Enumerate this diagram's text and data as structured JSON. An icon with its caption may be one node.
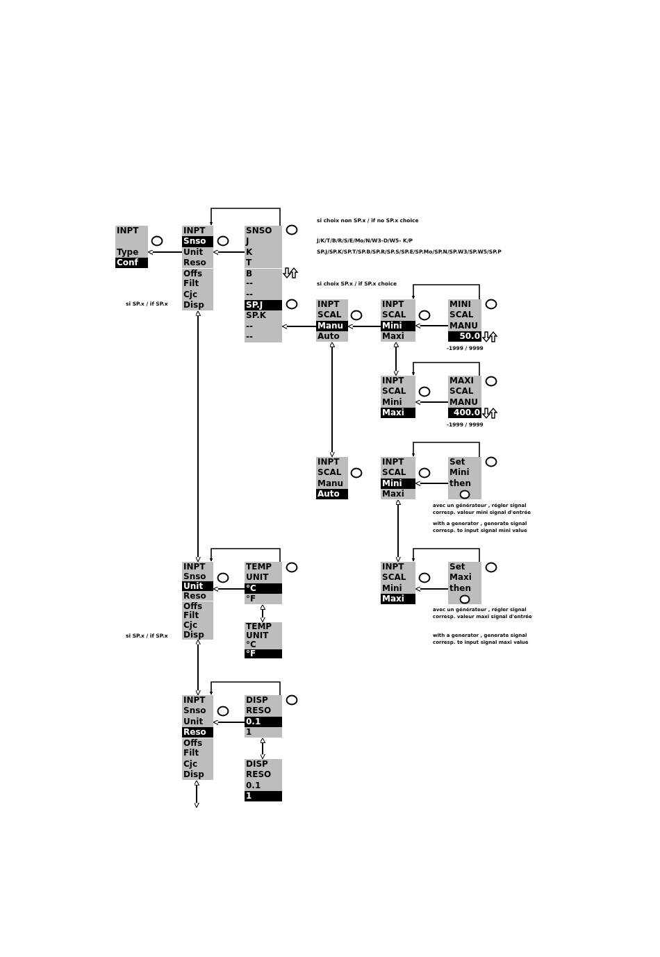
{
  "diagram": {
    "nodes": [
      {
        "text": [
          "INPT",
          "Type",
          "Conf"
        ]
      },
      {
        "text": [
          "INPT",
          "Snso",
          "Unit",
          "Reso",
          "Offs",
          "Filt",
          "Cjc",
          "Disp"
        ]
      },
      {
        "text": [
          "SNSO",
          "J",
          "K",
          "T",
          "B",
          "--",
          "--",
          "SP.J",
          "SP.K",
          "--",
          "--"
        ]
      },
      {
        "text": [
          "INPT",
          "SCAL",
          "Manu",
          "Auto"
        ]
      },
      {
        "text": [
          "INPT",
          "SCAL",
          "Mini",
          "Maxi"
        ]
      },
      {
        "text": [
          "MINI",
          "SCAL",
          "MANU",
          "50.0"
        ],
        "beside": [
          "-1999 / 9999"
        ]
      },
      {
        "text": [
          "INPT",
          "SCAL",
          "Mini",
          "Maxi"
        ]
      },
      {
        "text": [
          "MAXI",
          "SCAL",
          "MANU",
          "400.0"
        ],
        "beside": [
          "-1999 / 9999"
        ]
      },
      {
        "text": [
          "INPT",
          "SCAL",
          "Manu",
          "Auto"
        ]
      },
      {
        "text": [
          "INPT",
          "SCAL",
          "Mini",
          "Maxi"
        ]
      },
      {
        "text": [
          "Set",
          "Mini",
          "then"
        ],
        "beside": [
          "avec un générateur , régler signal corresp. valeur mini signal d'entrée",
          "with a generator , generate signal corresp. to input signal mini value"
        ]
      },
      {
        "text": [
          "INPT",
          "Snso",
          "Unit",
          "Reso",
          "Offs",
          "Filt",
          "Cjc",
          "Disp"
        ]
      },
      {
        "text": [
          "TEMP",
          "UNIT",
          "°C",
          "°F"
        ]
      },
      {
        "text": [
          "INPT",
          "SCAL",
          "Mini",
          "Maxi"
        ]
      },
      {
        "text": [
          "Set",
          "Maxi",
          "then"
        ],
        "beside": [
          "avec un générateur , régler signal corresp. valeur maxi signal d'entrée",
          "with a generator , generate signal corresp. to input signal maxi value"
        ]
      },
      {
        "text": [
          "TEMP",
          "UNIT",
          "°C",
          "°F"
        ]
      },
      {
        "text": [
          "INPT",
          "Snso",
          "Unit",
          "Reso",
          "Offs",
          "Filt",
          "Cjc",
          "Disp"
        ]
      },
      {
        "text": [
          "DISP",
          "RESO",
          "0.1",
          "1"
        ]
      },
      {
        "text": [
          "DISP",
          "RESO",
          "0.1",
          "1"
        ]
      }
    ],
    "edges": [
      {
        "from": 1,
        "to": 0,
        "arrow": "to"
      },
      {
        "from": 2,
        "to": 1,
        "arrow": "to"
      },
      {
        "from": 2,
        "to": 1,
        "arrow": "to"
      },
      {
        "from": 3,
        "to": 2,
        "arrow": "to"
      },
      {
        "from": 4,
        "to": 3,
        "arrow": "to"
      },
      {
        "from": 5,
        "to": 4,
        "arrow": "to"
      },
      {
        "from": 5,
        "to": 4,
        "arrow": "to"
      },
      {
        "from": 4,
        "to": 6,
        "arrow": "both"
      },
      {
        "from": 7,
        "to": 6,
        "arrow": "to"
      },
      {
        "from": 7,
        "to": 6,
        "arrow": "to"
      },
      {
        "from": 3,
        "to": 8,
        "arrow": "both"
      },
      {
        "from": 1,
        "to": 11,
        "arrow": "both"
      },
      {
        "from": 10,
        "to": 9,
        "arrow": "to"
      },
      {
        "from": 10,
        "to": 9,
        "arrow": "to"
      },
      {
        "from": 9,
        "to": 13,
        "arrow": "both"
      },
      {
        "from": 12,
        "to": 11,
        "arrow": "to"
      },
      {
        "from": 12,
        "to": 11,
        "arrow": "to"
      },
      {
        "from": 14,
        "to": 13,
        "arrow": "to"
      },
      {
        "from": 14,
        "to": 13,
        "arrow": "to"
      },
      {
        "from": 12,
        "to": 15,
        "arrow": "both"
      },
      {
        "from": 11,
        "to": 16,
        "arrow": "both"
      },
      {
        "from": 17,
        "to": 16,
        "arrow": "to"
      },
      {
        "from": 17,
        "to": 16,
        "arrow": "to"
      },
      {
        "from": 17,
        "to": 18,
        "arrow": "both"
      },
      {
        "from": 16,
        "to": null,
        "arrow": "both"
      }
    ],
    "labels": [
      "si choix non SP.x / if no SP.x choice",
      "J/K/T/B/R/S/E/Mo/N/W3-D/W5- K/P",
      "SP.J/SP.K/SP.T/SP.B/SP.R/SP.S/SP.E/SP.Mo/SP.N/SP.W3/SP.W5/SP.P",
      "si choix SP.x / if SP.x choice",
      "si SP.x / if SP.x",
      "si SP.x / if SP.x"
    ]
  }
}
